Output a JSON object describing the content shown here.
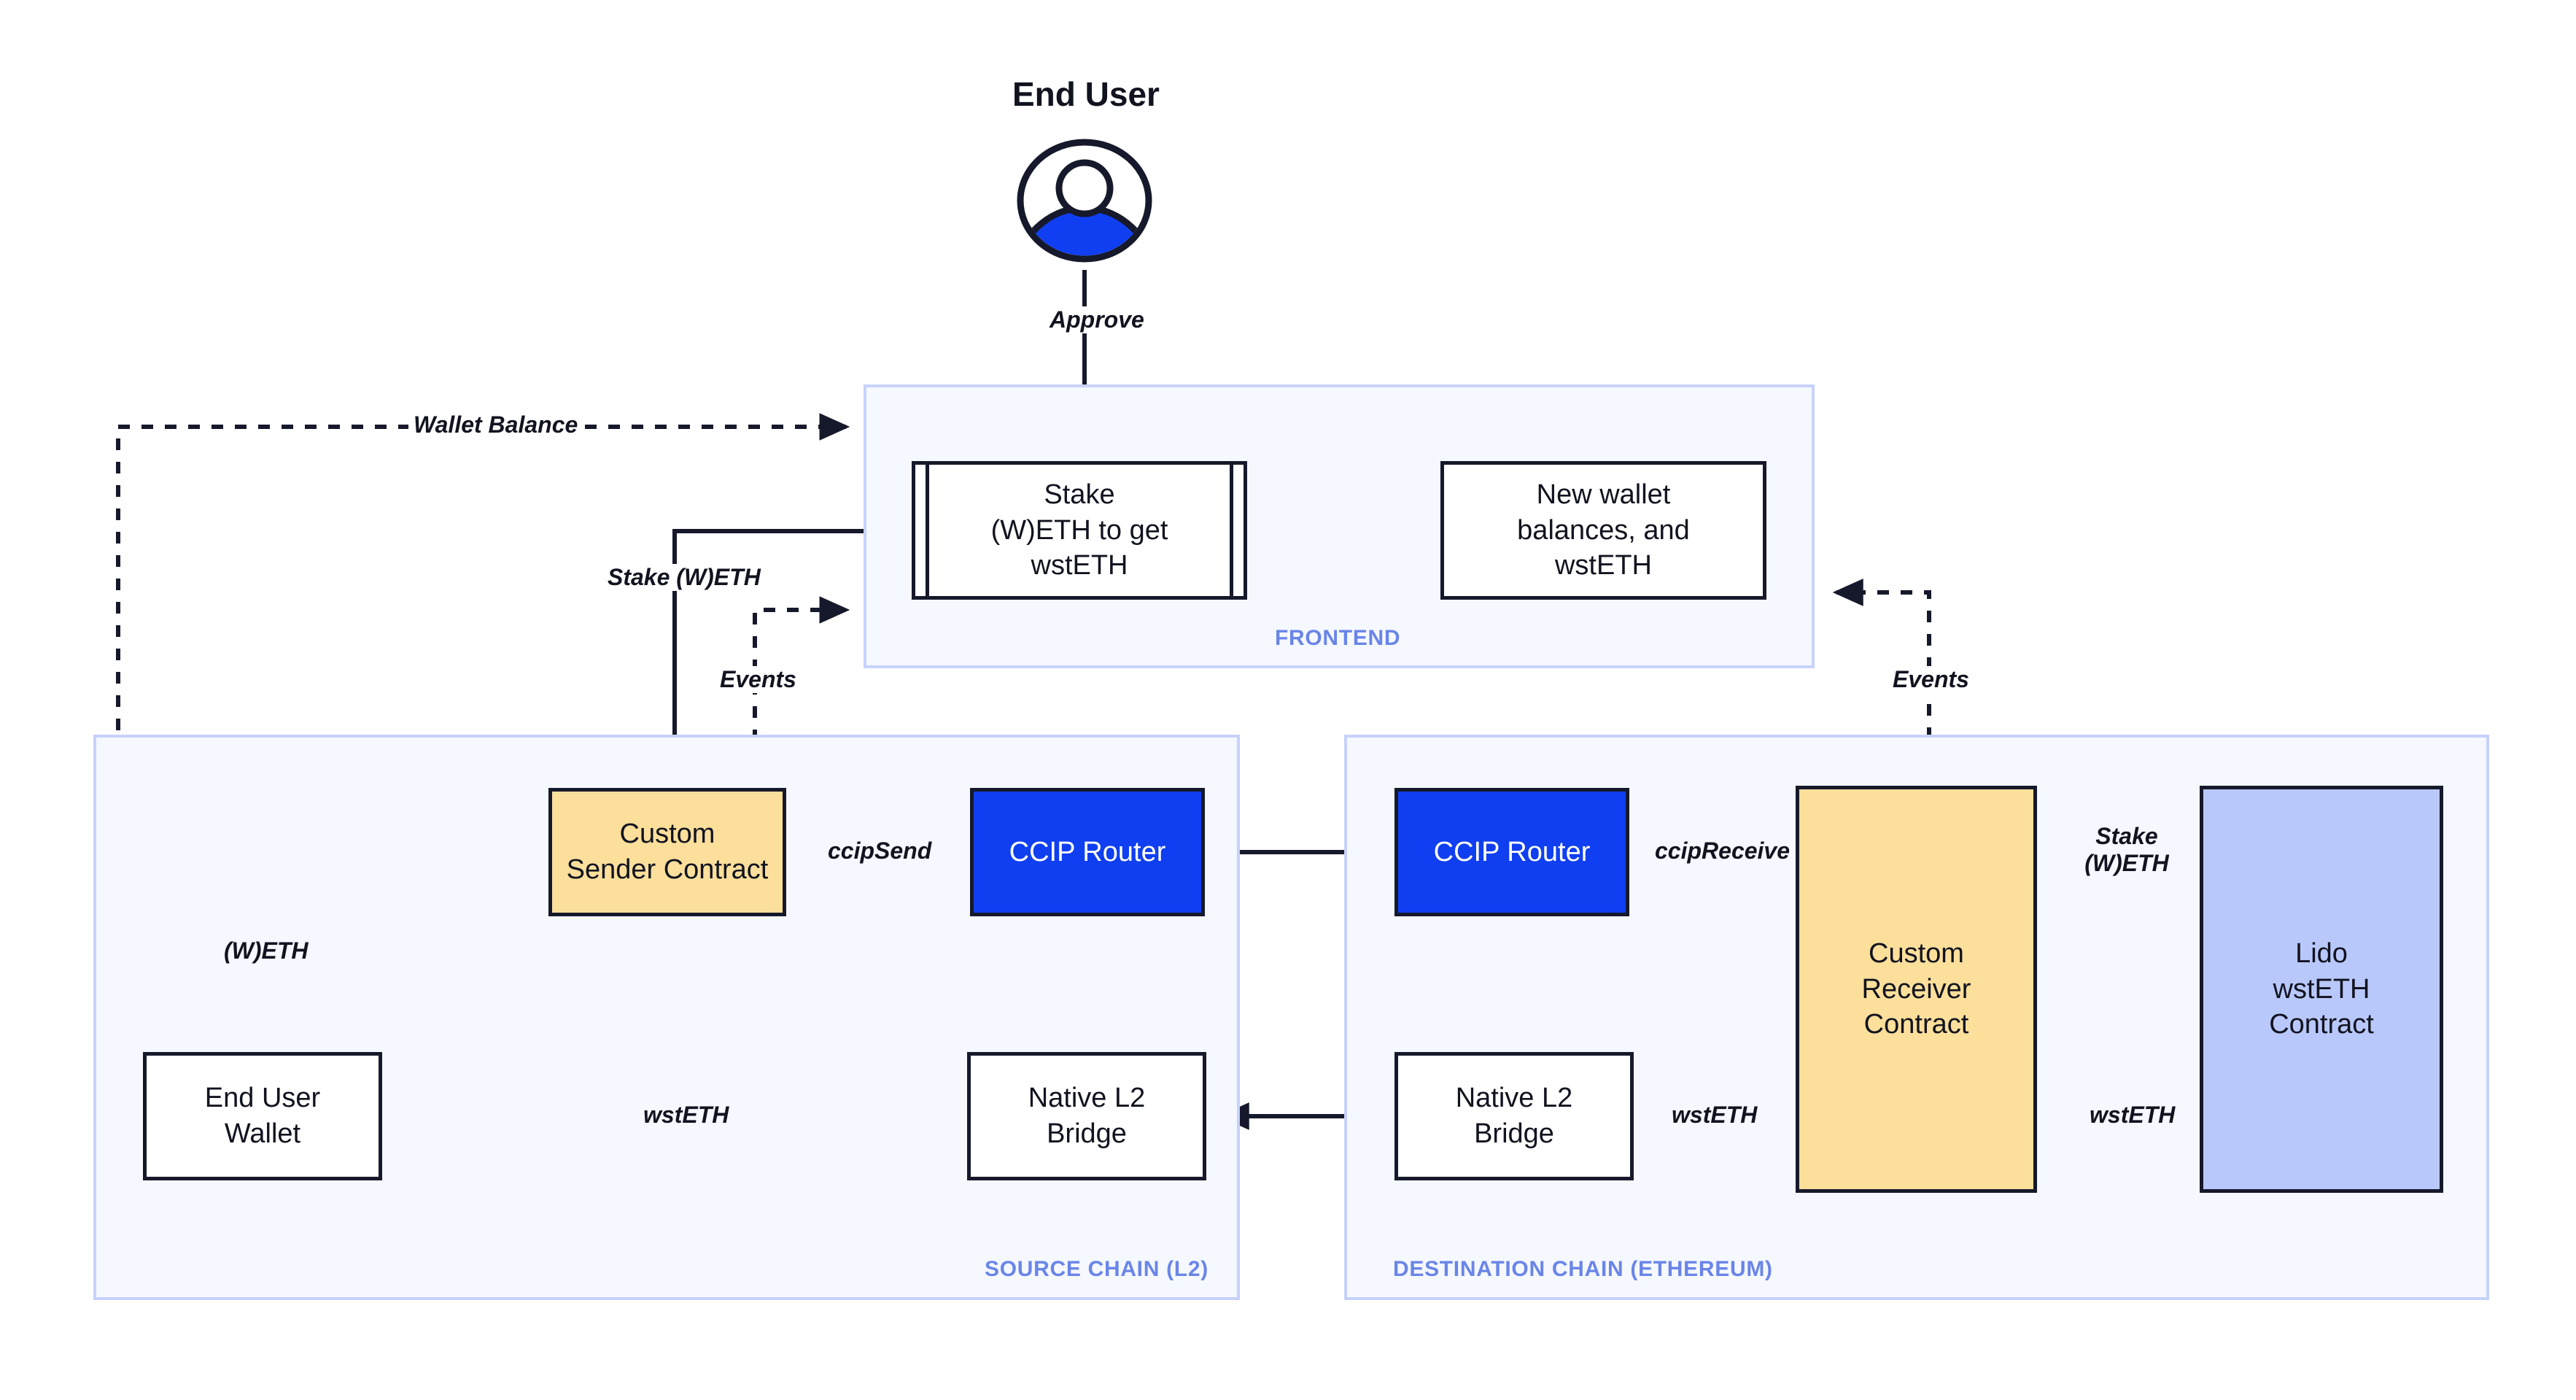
{
  "diagram": {
    "title": "End User",
    "actor": {
      "name": "end-user",
      "icon": "user-avatar-icon"
    },
    "zones": [
      {
        "id": "frontend",
        "label": "FRONTEND"
      },
      {
        "id": "source",
        "label": "SOURCE CHAIN (L2)"
      },
      {
        "id": "destination",
        "label": "DESTINATION CHAIN (ETHEREUM)"
      }
    ],
    "nodes": [
      {
        "id": "stake-form",
        "label": "Stake\n(W)ETH to get\nwstETH",
        "shape": "process",
        "fill": "white"
      },
      {
        "id": "new-balances",
        "label": "New wallet\nbalances, and\nwstETH",
        "shape": "rect",
        "fill": "white"
      },
      {
        "id": "sender-contract",
        "label": "Custom\nSender Contract",
        "shape": "rect",
        "fill": "yellow"
      },
      {
        "id": "ccip-router-src",
        "label": "CCIP Router",
        "shape": "rect",
        "fill": "blue"
      },
      {
        "id": "ccip-router-dst",
        "label": "CCIP Router",
        "shape": "rect",
        "fill": "blue"
      },
      {
        "id": "receiver-contract",
        "label": "Custom\nReceiver\nContract",
        "shape": "rect",
        "fill": "yellow"
      },
      {
        "id": "lido-contract",
        "label": "Lido\nwstETH\nContract",
        "shape": "rect",
        "fill": "lido"
      },
      {
        "id": "end-user-wallet",
        "label": "End User\nWallet",
        "shape": "rect",
        "fill": "white"
      },
      {
        "id": "native-bridge-src",
        "label": "Native L2\nBridge",
        "shape": "rect",
        "fill": "white"
      },
      {
        "id": "native-bridge-dst",
        "label": "Native L2\nBridge",
        "shape": "rect",
        "fill": "white"
      }
    ],
    "edges": [
      {
        "id": "approve",
        "label": "Approve",
        "style": "solid",
        "from": "end-user",
        "to": "stake-form"
      },
      {
        "id": "wallet-balance",
        "label": "Wallet Balance",
        "style": "dashed",
        "from": "end-user-wallet",
        "to": "frontend"
      },
      {
        "id": "stake-weth",
        "label": "Stake (W)ETH",
        "style": "solid",
        "from": "stake-form",
        "to": "sender-contract"
      },
      {
        "id": "events-src",
        "label": "Events",
        "style": "dashed",
        "from": "sender-contract",
        "to": "frontend"
      },
      {
        "id": "frontend-flow",
        "label": "",
        "style": "dashed",
        "from": "stake-form",
        "to": "new-balances"
      },
      {
        "id": "weth",
        "label": "(W)ETH",
        "style": "dashed",
        "from": "end-user-wallet",
        "to": "sender-contract"
      },
      {
        "id": "ccip-send",
        "label": "ccipSend",
        "style": "solid",
        "from": "sender-contract",
        "to": "ccip-router-src"
      },
      {
        "id": "cross-chain",
        "label": "",
        "style": "solid",
        "from": "ccip-router-src",
        "to": "ccip-router-dst"
      },
      {
        "id": "ccip-receive",
        "label": "ccipReceive",
        "style": "solid",
        "from": "ccip-router-dst",
        "to": "receiver-contract"
      },
      {
        "id": "stake-weth-dst",
        "label": "Stake\n(W)ETH",
        "style": "solid",
        "from": "receiver-contract",
        "to": "lido-contract"
      },
      {
        "id": "wsteth-lido",
        "label": "wstETH",
        "style": "solid",
        "from": "lido-contract",
        "to": "receiver-contract"
      },
      {
        "id": "wsteth-bridge",
        "label": "wstETH",
        "style": "solid",
        "from": "receiver-contract",
        "to": "native-bridge-dst"
      },
      {
        "id": "bridge-cross",
        "label": "",
        "style": "solid",
        "from": "native-bridge-dst",
        "to": "native-bridge-src"
      },
      {
        "id": "wsteth-wallet",
        "label": "wstETH",
        "style": "dashed",
        "from": "native-bridge-src",
        "to": "end-user-wallet"
      },
      {
        "id": "events-dst",
        "label": "Events",
        "style": "dashed",
        "from": "receiver-contract",
        "to": "frontend"
      }
    ],
    "colors": {
      "accent_blue": "#0f3ff0",
      "yellow_fill": "#fcdf9b",
      "lido_fill": "#b9c8fb",
      "zone_fill": "#f5f8ff",
      "zone_border": "#c7d2fb",
      "zone_label": "#6a85e8",
      "stroke": "#16192b"
    }
  }
}
